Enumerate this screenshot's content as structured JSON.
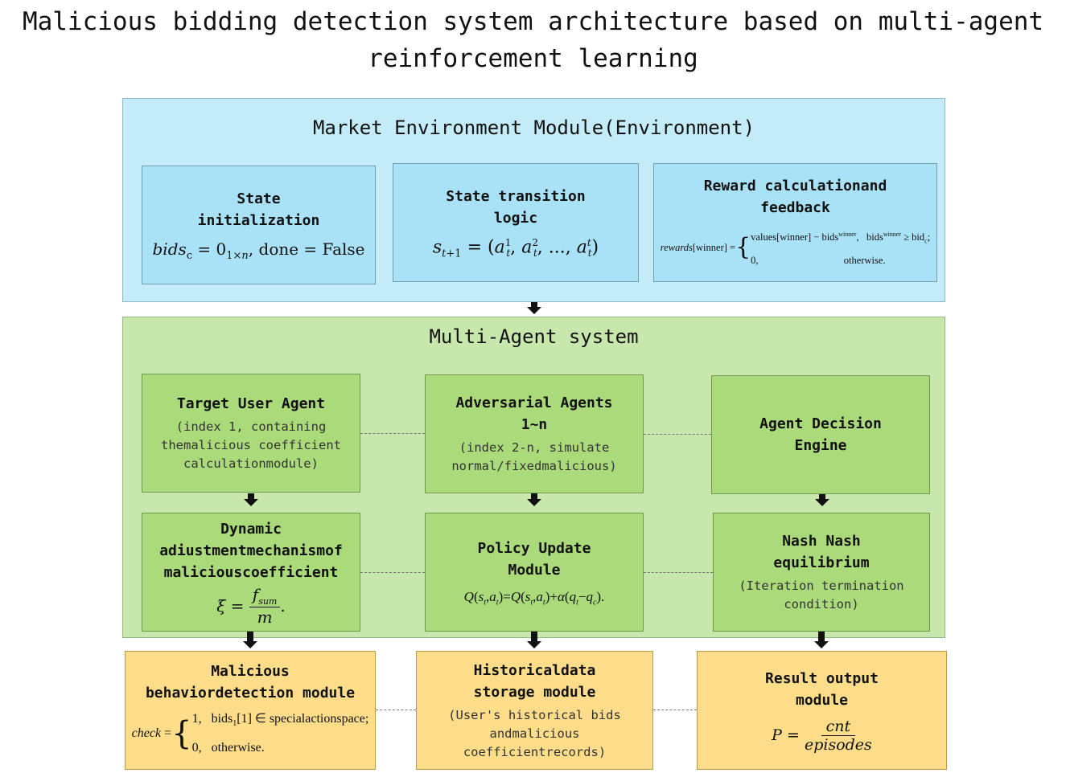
{
  "title": "Malicious bidding detection system architecture based on multi-agent reinforcement learning",
  "environment": {
    "heading": "Market Environment Module(Environment)",
    "state_init": {
      "title": "State initialization",
      "formula": "bids_c = 0_{1×n}, done = False"
    },
    "state_transition": {
      "title": "State transition logic",
      "formula": "s_{t+1} = (a_t^1, a_t^2, ..., a_t^t)"
    },
    "reward": {
      "title": "Reward calculationand feedback",
      "formula_lhs": "rewards[winner] =",
      "case1": "values[winner] − bids^winner,   bids^winner ≥ bid_c;",
      "case2": "0,                                              otherwise."
    }
  },
  "multi_agent": {
    "heading": "Multi-Agent system",
    "target_user": {
      "title": "Target User Agent",
      "desc": "(index 1, containing themalicious coefficient calculationmodule)"
    },
    "adversarial": {
      "title": "Adversarial Agents 1~n",
      "desc": "(index 2-n, simulate normal/fixedmalicious)"
    },
    "decision_engine": {
      "title": "Agent Decision Engine"
    },
    "dynamic_adjustment": {
      "title": "Dynamic adiustmentmechanismof maliciouscoefficient",
      "formula": "ξ = f_sum / m ."
    },
    "policy_update": {
      "title": "Policy Update Module",
      "formula": "Q(s_t,a_t)=Q(s_t,a_t)+α(q_t−q_c)."
    },
    "nash": {
      "title": "Nash Nash equilibrium",
      "desc": "(Iteration termination condition)"
    }
  },
  "outputs": {
    "malicious": {
      "title": "Malicious behaviordetection module",
      "formula_lhs": "check =",
      "case1": "1,   bids_1[1] ∈ specialactionspace;",
      "case2": "0,   otherwise."
    },
    "historical": {
      "title": "Historicaldata storage module",
      "desc": "(User's historical bids andmalicious coefficientrecords)"
    },
    "result": {
      "title": "Result output module",
      "formula_num": "cnt",
      "formula_den": "episodes",
      "formula_lhs": "P ="
    }
  }
}
